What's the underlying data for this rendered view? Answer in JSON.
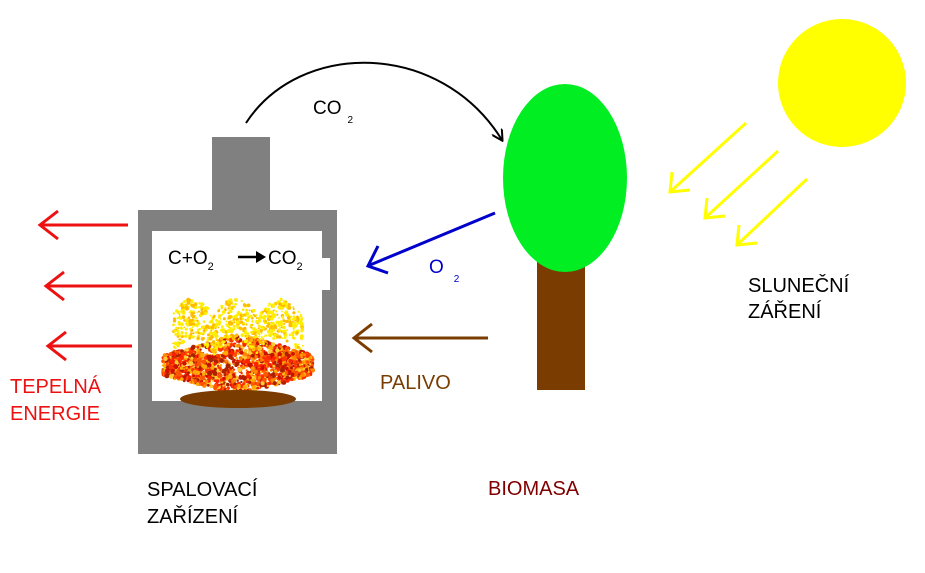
{
  "labels": {
    "co2_top": {
      "main": "CO",
      "sub": "2"
    },
    "o2": {
      "main": "O",
      "sub": "2"
    },
    "reaction": {
      "left": "C+O",
      "left_sub": "2",
      "right": "CO",
      "right_sub": "2"
    },
    "palivo": "PALIVO",
    "biomasa": "BIOMASA",
    "spalovaci_line1": "SPALOVACÍ",
    "spalovaci_line2": "ZAŘÍZENÍ",
    "tepelna_line1": "TEPELNÁ",
    "tepelna_line2": "ENERGIE",
    "slunecni_line1": "SLUNEČNÍ",
    "slunecni_line2": "ZÁŘENÍ"
  },
  "colors": {
    "stove": "#808080",
    "tree_crown": "#00ee22",
    "tree_trunk": "#7a3c00",
    "sun": "#ffff00",
    "sun_rays": "#ffff00",
    "heat_arrows": "#ee1111",
    "o2_arrow": "#0000cc",
    "fuel_arrow": "#7a3c00",
    "co2_arrow": "#000000",
    "heat_text": "#ee1111",
    "palivo_text": "#7a3c00",
    "biomasa_text": "#800000",
    "o2_text": "#0000cc",
    "default_text": "#000000"
  },
  "icons": {
    "fire": "fire-icon",
    "sun": "sun-icon",
    "tree": "tree-icon",
    "stove": "stove-icon"
  }
}
